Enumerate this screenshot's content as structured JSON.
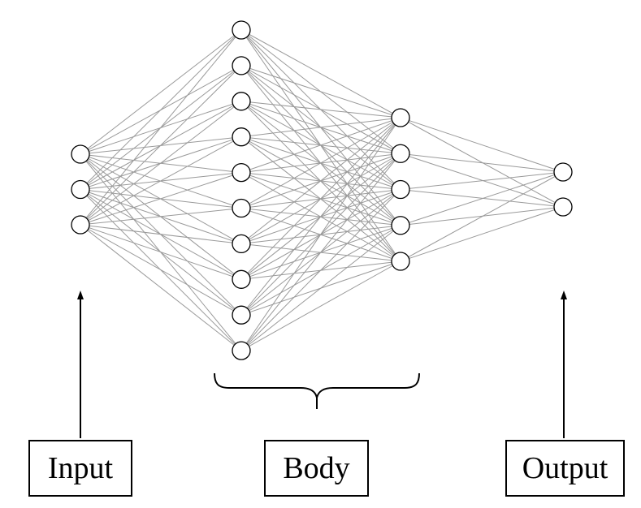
{
  "colors": {
    "edge": "#9a9a9a",
    "node_stroke": "#000000",
    "node_fill": "#ffffff",
    "text": "#000000"
  },
  "network": {
    "layers": [
      {
        "name": "input-layer",
        "node_count": 3
      },
      {
        "name": "hidden-layer-1",
        "node_count": 10
      },
      {
        "name": "hidden-layer-2",
        "node_count": 5
      },
      {
        "name": "output-layer",
        "node_count": 2
      }
    ],
    "connectivity": "fully-connected"
  },
  "labels": {
    "input": "Input",
    "body": "Body",
    "output": "Output"
  }
}
